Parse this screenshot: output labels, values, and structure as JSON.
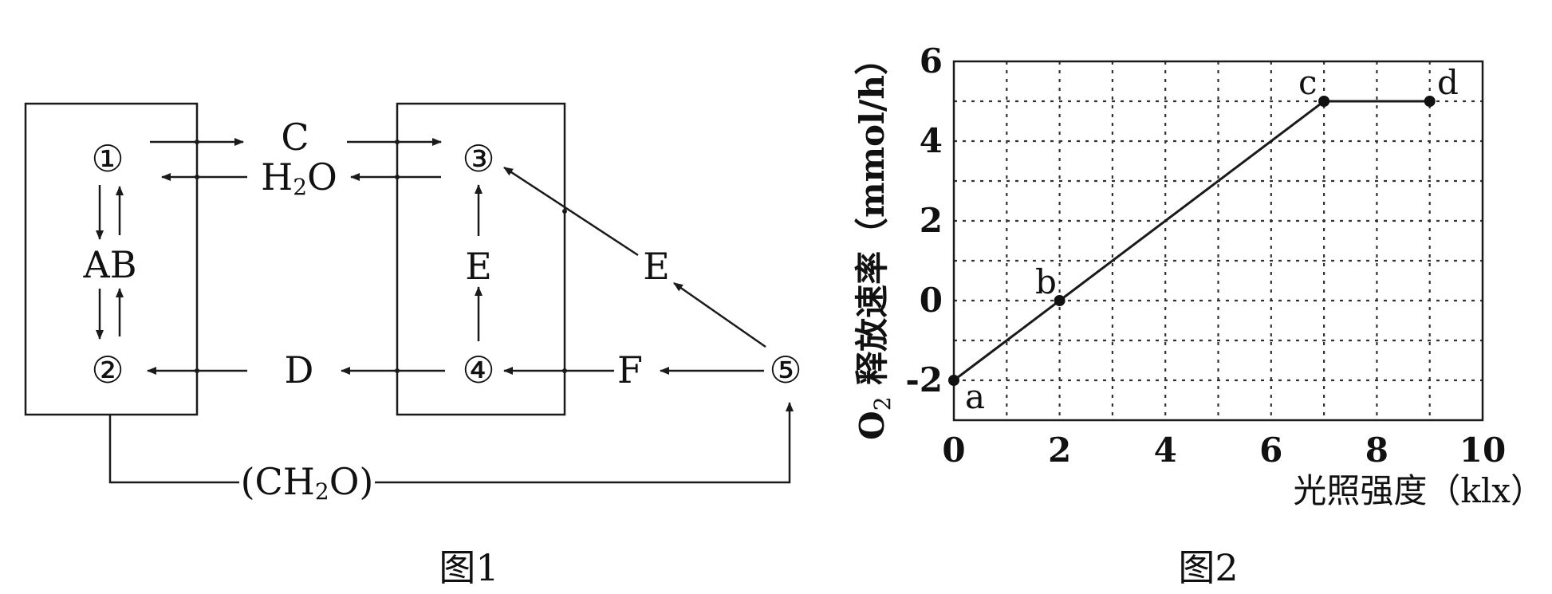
{
  "figure1": {
    "caption": "图1",
    "nodes": {
      "n1": "①",
      "n2": "②",
      "n3": "③",
      "n4": "④",
      "n5": "⑤",
      "AB": "AB",
      "C": "C",
      "H2O_main": "H",
      "H2O_sub": "2",
      "H2O_end": "O",
      "E_mid": "E",
      "E_diag": "E",
      "D": "D",
      "F": "F",
      "CH2O_start": "(CH",
      "CH2O_sub": "2",
      "CH2O_end": "O)"
    }
  },
  "figure2": {
    "caption": "图2",
    "ylabel_main": "O",
    "ylabel_sub": "2",
    "ylabel_rest": " 释放速率（mmol/h）",
    "xlabel": "光照强度（klx）",
    "point_labels": {
      "a": "a",
      "b": "b",
      "c": "c",
      "d": "d"
    }
  },
  "chart_data": {
    "type": "line",
    "x": [
      0,
      2,
      7,
      9
    ],
    "y": [
      -2,
      0,
      5,
      5
    ],
    "xlim": [
      0,
      10
    ],
    "ylim": [
      -3,
      6
    ],
    "xticks": [
      0,
      2,
      4,
      6,
      8,
      10
    ],
    "yticks": [
      -2,
      0,
      2,
      4,
      6
    ],
    "xtick_labels": [
      "0",
      "2",
      "4",
      "6",
      "8",
      "10"
    ],
    "ytick_labels": [
      "-2",
      "0",
      "2",
      "4",
      "6"
    ],
    "grid": true,
    "labeled_points": [
      {
        "label": "a",
        "x": 0,
        "y": -2
      },
      {
        "label": "b",
        "x": 2,
        "y": 0
      },
      {
        "label": "c",
        "x": 7,
        "y": 5
      },
      {
        "label": "d",
        "x": 9,
        "y": 5
      }
    ]
  }
}
